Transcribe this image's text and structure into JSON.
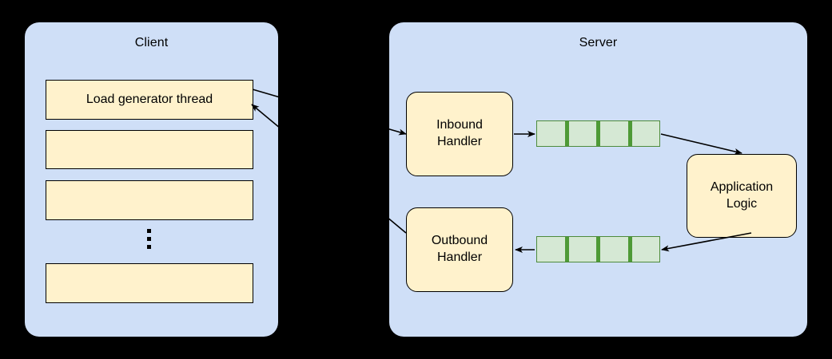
{
  "diagram": {
    "title_hidden": "Client-server load generator architecture",
    "colors": {
      "panel_fill": "#CFDFF7",
      "box_fill": "#FFF2CC",
      "box_stroke": "#000000",
      "queue_fill": "#D5E8D4",
      "queue_divider": "#4E9A36",
      "queue_stroke": "#4E8B3C",
      "background": "#000000",
      "edge_stroke": "#000000"
    }
  },
  "client": {
    "title": "Client",
    "threads": [
      {
        "label": "Load generator thread"
      },
      {
        "label": ""
      },
      {
        "label": ""
      },
      {
        "label": ""
      }
    ],
    "ellipsis": "⋮"
  },
  "server": {
    "title": "Server",
    "inbound_handler": {
      "line1": "Inbound",
      "line2": "Handler"
    },
    "outbound_handler": {
      "line1": "Outbound",
      "line2": "Handler"
    },
    "application_logic": {
      "line1": "Application",
      "line2": "Logic"
    },
    "inbound_queue": {
      "cells": [
        "",
        "",
        "",
        ""
      ]
    },
    "outbound_queue": {
      "cells": [
        "",
        "",
        "",
        ""
      ]
    }
  },
  "edges": [
    {
      "name": "client-to-inbound-handler",
      "from": "load-generator-thread",
      "to": "inbound-handler",
      "direction": "forward"
    },
    {
      "name": "outbound-handler-to-client",
      "from": "outbound-handler",
      "to": "load-generator-thread",
      "direction": "forward"
    },
    {
      "name": "inbound-handler-to-inbound-queue",
      "from": "inbound-handler",
      "to": "inbound-queue",
      "direction": "forward"
    },
    {
      "name": "inbound-queue-to-application-logic",
      "from": "inbound-queue",
      "to": "application-logic",
      "direction": "forward"
    },
    {
      "name": "application-logic-to-outbound-queue",
      "from": "application-logic",
      "to": "outbound-queue",
      "direction": "forward"
    },
    {
      "name": "outbound-queue-to-outbound-handler",
      "from": "outbound-queue",
      "to": "outbound-handler",
      "direction": "forward"
    }
  ]
}
